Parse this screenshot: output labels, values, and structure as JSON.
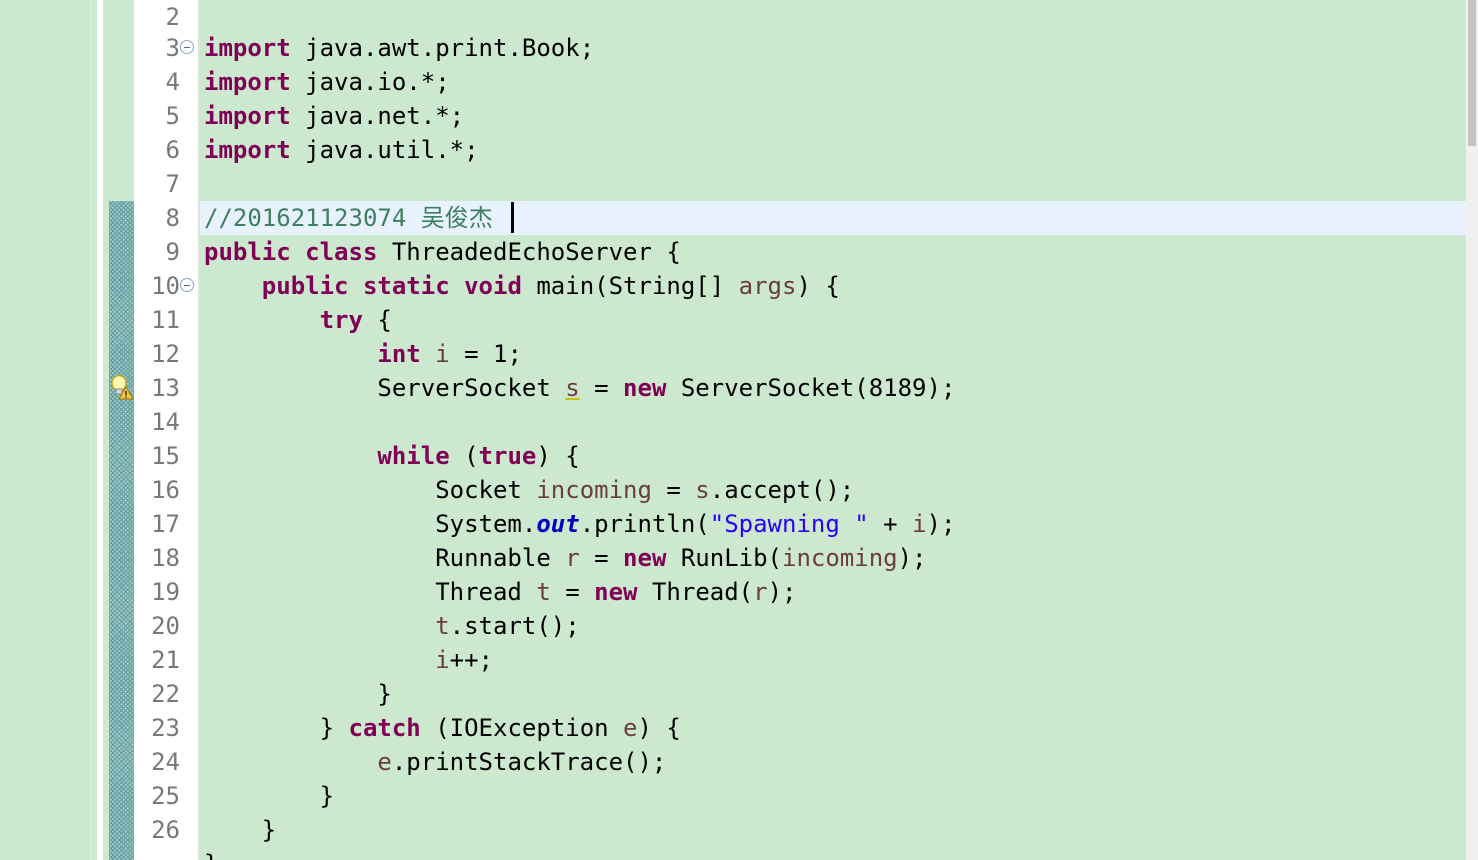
{
  "editor": {
    "line_numbers": [
      "2",
      "3",
      "4",
      "5",
      "6",
      "7",
      "8",
      "9",
      "10",
      "11",
      "12",
      "13",
      "14",
      "15",
      "16",
      "17",
      "18",
      "19",
      "20",
      "21",
      "22",
      "23",
      "24",
      "25",
      "26"
    ],
    "code": {
      "l3": {
        "kw": "import",
        "rest": " java.awt.print.Book;"
      },
      "l4": {
        "kw": "import",
        "rest": " java.io.*;"
      },
      "l5": {
        "kw": "import",
        "rest": " java.net.*;"
      },
      "l6": {
        "kw": "import",
        "rest": " java.util.*;"
      },
      "l8": {
        "comment": "//201621123074 吴俊杰"
      },
      "l9": {
        "kw1": "public",
        "kw2": "class",
        "rest": " ThreadedEchoServer {"
      },
      "l10": {
        "kw1": "public",
        "kw2": "static",
        "kw3": "void",
        "a": " main(String[] ",
        "var": "args",
        "b": ") {"
      },
      "l11": {
        "kw": "try",
        "rest": " {"
      },
      "l12": {
        "kw": "int",
        "var": "i",
        "rest": " = 1;"
      },
      "l13": {
        "a": "ServerSocket ",
        "var": "s",
        "b": " = ",
        "kw": "new",
        "c": " ServerSocket(8189);"
      },
      "l15": {
        "kw1": "while",
        "a": " (",
        "kw2": "true",
        "b": ") {"
      },
      "l16": {
        "a": "Socket ",
        "var1": "incoming",
        "b": " = ",
        "var2": "s",
        "c": ".accept();"
      },
      "l17": {
        "a": "System.",
        "field": "out",
        "b": ".println(",
        "str": "\"Spawning \"",
        "c": " + ",
        "var": "i",
        "d": ");"
      },
      "l18": {
        "a": "Runnable ",
        "var1": "r",
        "b": " = ",
        "kw": "new",
        "c": " RunLib(",
        "var2": "incoming",
        "d": ");"
      },
      "l19": {
        "a": "Thread ",
        "var1": "t",
        "b": " = ",
        "kw": "new",
        "c": " Thread(",
        "var2": "r",
        "d": ");"
      },
      "l20": {
        "var": "t",
        "rest": ".start();"
      },
      "l21": {
        "var": "i",
        "rest": "++;"
      },
      "l22": {
        "rest": "}"
      },
      "l23": {
        "a": "} ",
        "kw": "catch",
        "b": " (IOException ",
        "var": "e",
        "c": ") {"
      },
      "l24": {
        "var": "e",
        "rest": ".printStackTrace();"
      },
      "l25": {
        "rest": "}"
      },
      "l26": {
        "rest": "}"
      },
      "l27": {
        "rest": "}"
      }
    },
    "icons": [
      "fold-collapse-icon",
      "warning-lightbulb-icon"
    ],
    "colors": {
      "background": "#cce8cf",
      "keyword": "#7f0055",
      "comment": "#3f7f5f",
      "string": "#2a00ff",
      "local_variable": "#6a3e3e",
      "static_field": "#0000c0",
      "current_line": "#e8f2fe"
    }
  }
}
